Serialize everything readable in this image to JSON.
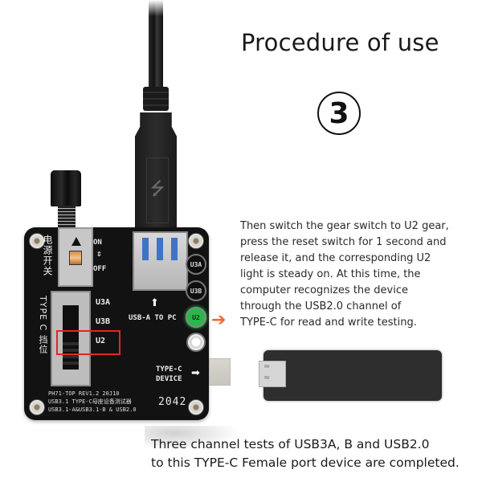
{
  "header": {
    "title": "Procedure of use",
    "step_number": "3"
  },
  "description": {
    "lines": [
      "Then switch the gear switch to U2 gear,",
      "press the reset switch for 1 second and",
      "release it, and the corresponding U2",
      "light is steady on. At this time, the",
      "computer recognizes the device",
      "through the USB2.0 channel of",
      "TYPE-C for read and write testing."
    ]
  },
  "footer": {
    "lines": [
      "Three channel tests of USB3A, B and USB2.0",
      "to this TYPE-C Female port device are completed."
    ]
  },
  "board": {
    "power_label_cn": "电源开关",
    "on_label": "ON",
    "off_label": "OFF",
    "arrows_label": "⇕",
    "gear_label_cn": "TYPE C 挡位",
    "gear_options": [
      "U3A",
      "U3B",
      "U2"
    ],
    "selected_gear": "U2",
    "usb_port_label": "USB-A TO PC",
    "indicators": [
      {
        "label": "U3A",
        "on": false
      },
      {
        "label": "U3B",
        "on": false
      },
      {
        "label": "U2",
        "on": true
      }
    ],
    "typec_label_line1": "TYPE-C",
    "typec_label_line2": "DEVICE",
    "silkscreen": [
      "PH71-TOP REV1.2 20J10",
      "USB3.1 TYPE-C母座设备测试器",
      "USB3.1-A&USB3.1-B & USB2.0"
    ],
    "serial": "2042"
  },
  "icons": {
    "up_arrow": "⬆",
    "right_arrow": "➡",
    "pointer_arrow": "➔",
    "usb_symbol": "⭍"
  },
  "colors": {
    "highlight_box": "#e0262b",
    "pointer_arrow": "#f06a34",
    "led_on": "#27b84a",
    "board": "#121212"
  }
}
